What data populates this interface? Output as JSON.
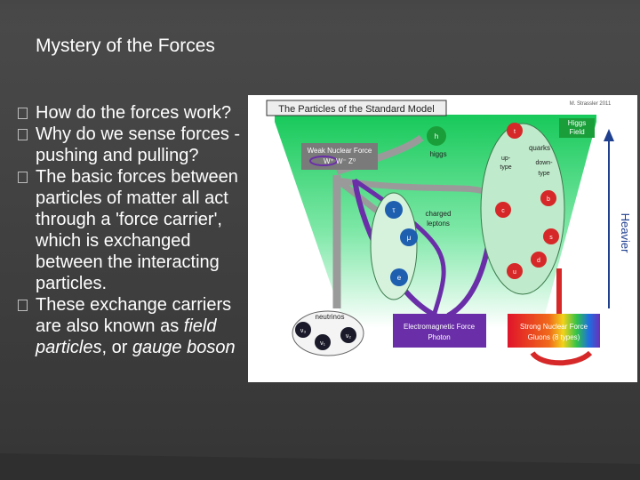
{
  "slide": {
    "title": "Mystery of the Forces",
    "bullets": [
      {
        "text": "How do the forces work?"
      },
      {
        "text": "Why do we sense forces - pushing and pulling?"
      },
      {
        "text": "The basic forces between particles of matter all act through a 'force carrier', which is exchanged between the interacting particles."
      },
      {
        "parts": [
          {
            "text": "These exchange carriers are also known as ",
            "italic": false
          },
          {
            "text": "field particles",
            "italic": true
          },
          {
            "text": ", or ",
            "italic": false
          },
          {
            "text": "gauge boson",
            "italic": true
          }
        ]
      }
    ]
  },
  "figure": {
    "title": "The Particles of the Standard Model",
    "credit": "M. Strassler 2011",
    "higgs_field": [
      "Higgs",
      "Field"
    ],
    "weak_force": {
      "label": "Weak Nuclear Force",
      "particles": "W⁺ W⁻   Z⁰"
    },
    "higgs": {
      "symbol": "h",
      "label": "higgs"
    },
    "quarks": {
      "label": "quarks",
      "up_type": [
        "up-",
        "type"
      ],
      "down_type": [
        "down-",
        "type"
      ],
      "symbols": [
        "t",
        "b",
        "c",
        "s",
        "d",
        "u"
      ]
    },
    "leptons": {
      "label": [
        "charged",
        "leptons"
      ],
      "symbols": [
        "τ",
        "μ",
        "e"
      ]
    },
    "neutrinos": {
      "label": "neutrinos",
      "symbols": [
        "ν₃",
        "ν₂",
        "ν₁"
      ]
    },
    "em_force": {
      "label": "Electromagnetic Force",
      "sub": "Photon"
    },
    "strong_force": {
      "label": "Strong Nuclear Force",
      "sub": "Gluons (8 types)"
    },
    "heavier": "Heavier",
    "colors": {
      "green": "#21d86a",
      "purple": "#6a2fa8",
      "red": "#d62828",
      "gray": "#9a9a9a",
      "particle_green": "#1a9e3a"
    }
  }
}
